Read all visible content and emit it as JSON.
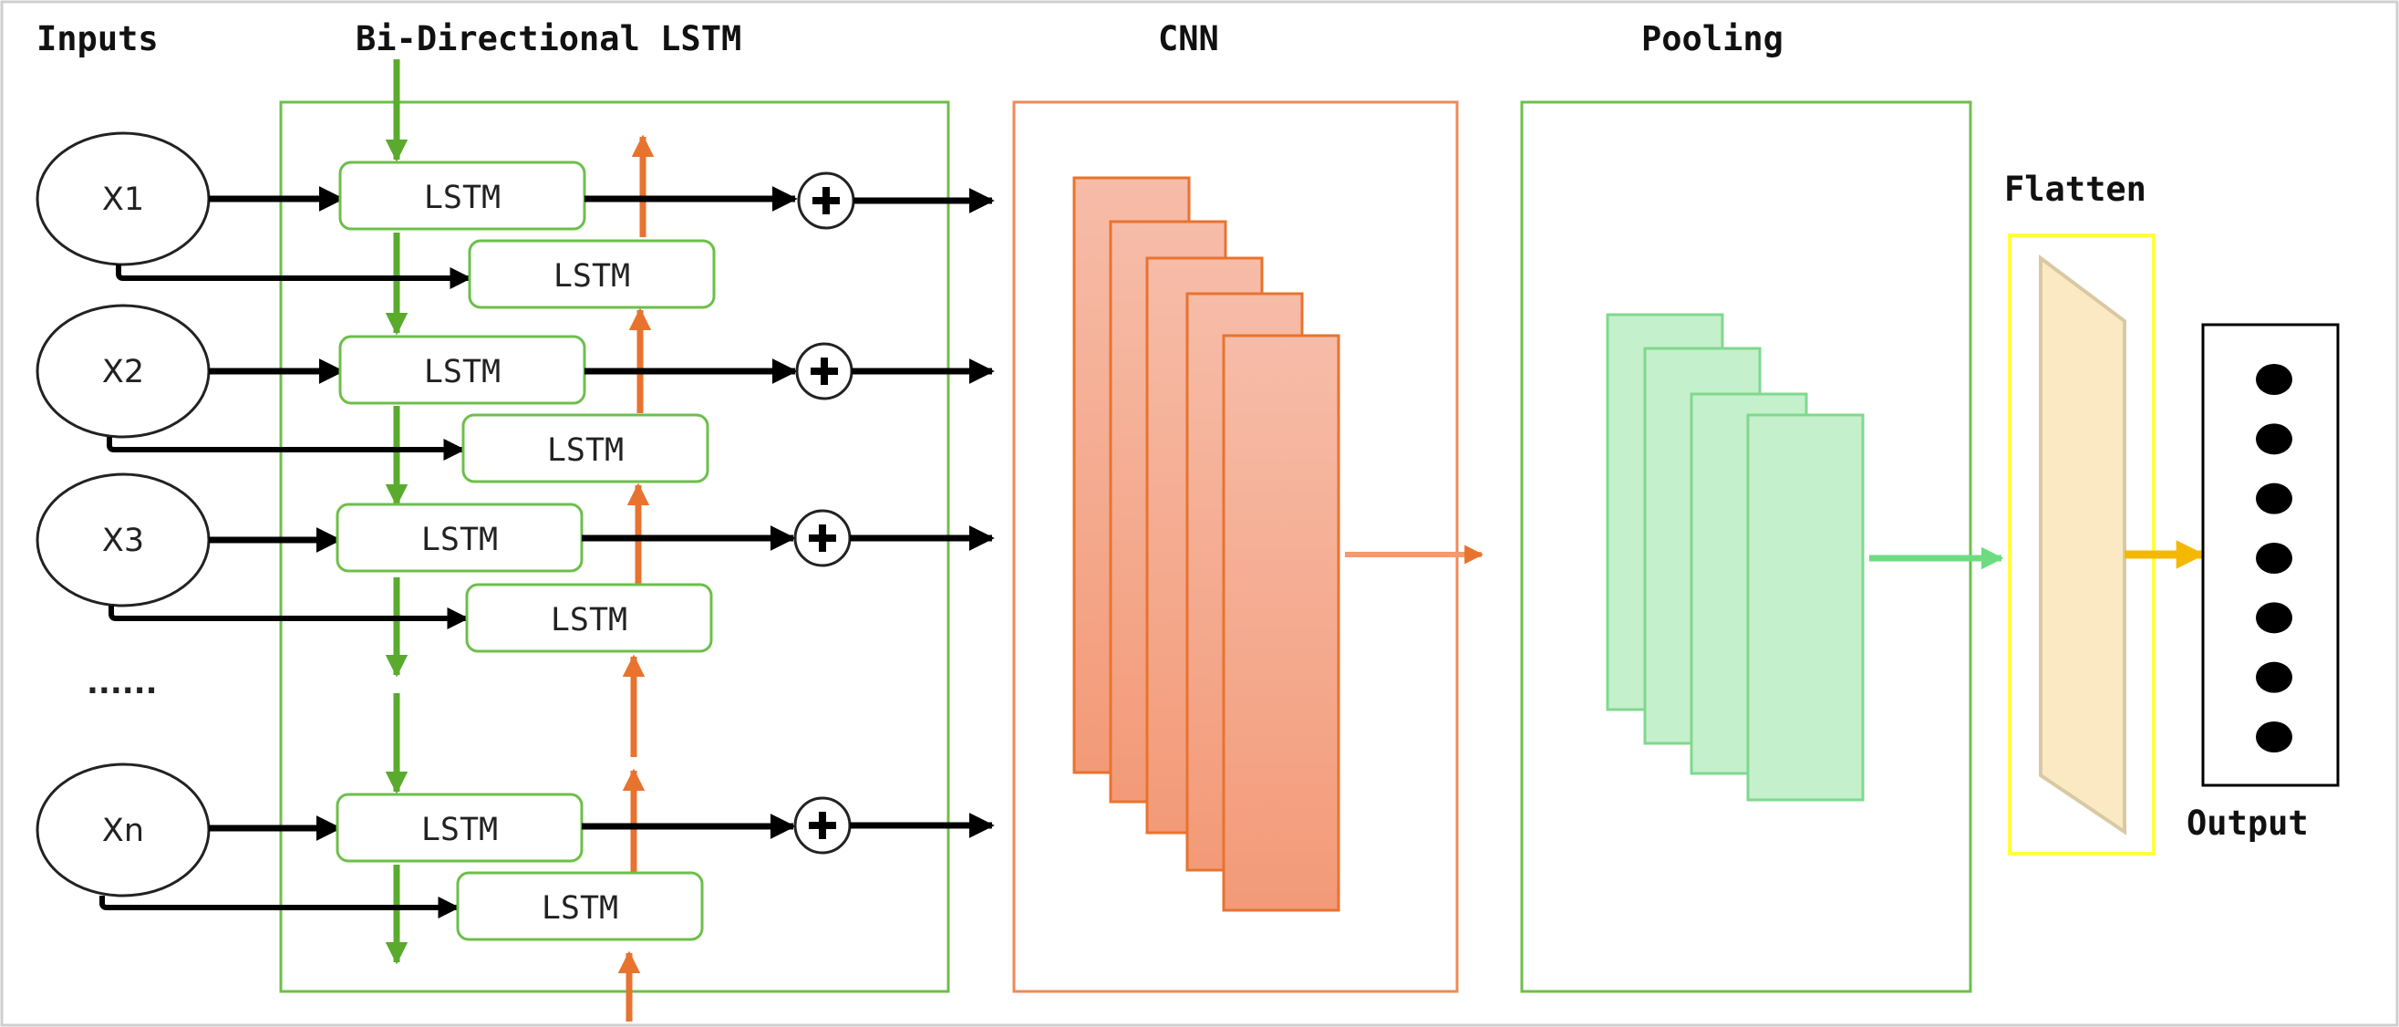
{
  "headings": {
    "inputs": "Inputs",
    "bilstm": "Bi-Directional LSTM",
    "cnn": "CNN",
    "pooling": "Pooling",
    "flatten": "Flatten",
    "output": "Output"
  },
  "input_nodes": [
    "X1",
    "X2",
    "X3",
    "Xn"
  ],
  "ellipsis": "......",
  "lstm_label": "LSTM",
  "colors": {
    "forward_green": "#5aaa2e",
    "backward_orange": "#e8732f",
    "cnn_fill": "#f4a98a",
    "cnn_border": "#e8732f",
    "pool_fill": "#c5f0cc",
    "pool_border": "#7fd88e",
    "flatten_fill": "#fbe9c4",
    "flatten_border": "#ffff44",
    "output_arrow": "#f5b800"
  },
  "output_neuron_count": 7
}
